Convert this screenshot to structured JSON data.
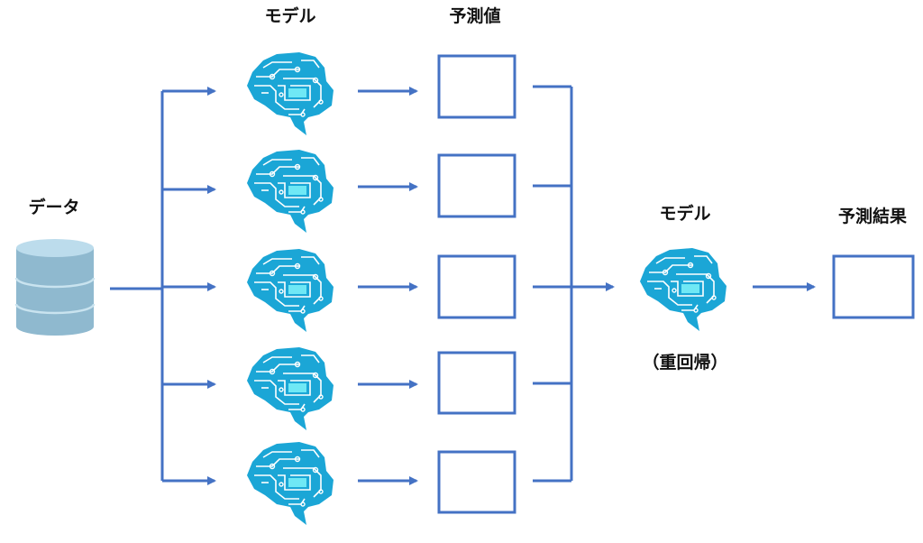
{
  "labels": {
    "data": "データ",
    "models": "モデル",
    "predictions": "予測値",
    "meta_model": "モデル",
    "meta_model_note": "（重回帰）",
    "result": "予測結果"
  },
  "colors": {
    "line": "#4472c4",
    "brain": "#1ba6d6",
    "database": "#8fb9cf",
    "database_top": "#bcdcec"
  },
  "model_count": 5
}
